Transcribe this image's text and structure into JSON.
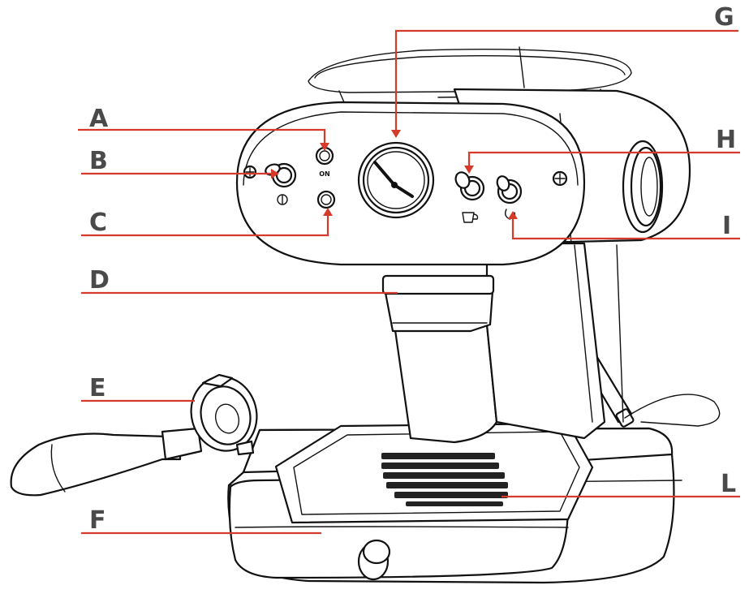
{
  "diagram": {
    "control_texts": {
      "on": "ON"
    },
    "callouts": [
      {
        "id": "A",
        "label": "A"
      },
      {
        "id": "B",
        "label": "B"
      },
      {
        "id": "C",
        "label": "C"
      },
      {
        "id": "D",
        "label": "D"
      },
      {
        "id": "E",
        "label": "E"
      },
      {
        "id": "F",
        "label": "F"
      },
      {
        "id": "G",
        "label": "G"
      },
      {
        "id": "H",
        "label": "H"
      },
      {
        "id": "I",
        "label": "I"
      },
      {
        "id": "L",
        "label": "L"
      }
    ],
    "colors": {
      "leader": "#d63a2a",
      "label": "#4a4a4a",
      "outline": "#111111"
    }
  }
}
